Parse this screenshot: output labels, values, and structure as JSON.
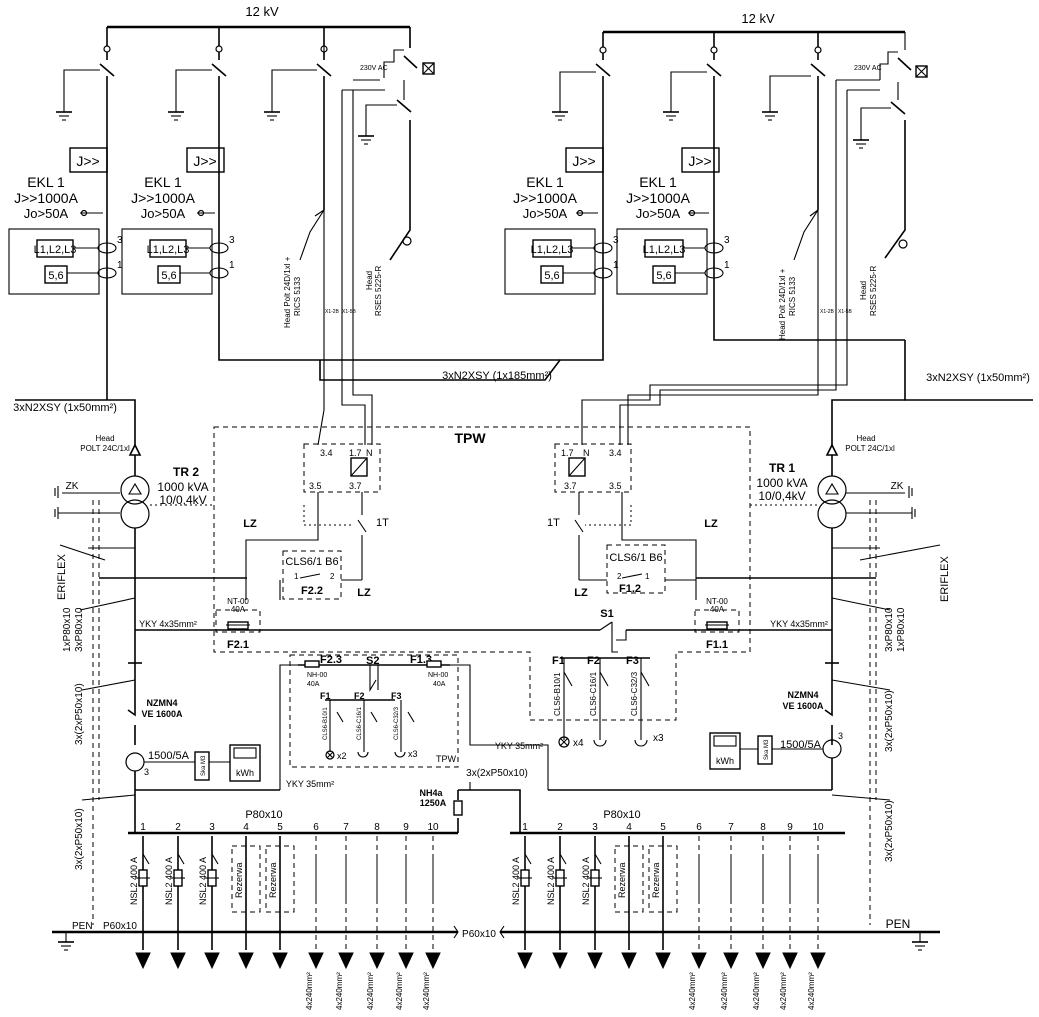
{
  "diagram": {
    "voltage_left": "12 kV",
    "voltage_right": "12 kV",
    "relay_left": {
      "symbol": "J>>",
      "name": "EKL 1",
      "setting1": "J>>1000A",
      "setting2": "Jo>50A",
      "box1": "L1,L2,L3",
      "box2": "5,6",
      "ct_a": "3",
      "ct_b": "1"
    },
    "relay_right": {
      "symbol": "J>>",
      "name": "EKL 1",
      "setting1": "J>>1000A",
      "setting2": "Jo>50A",
      "box1": "L1,L2,L3",
      "box2": "5,6",
      "ct_a": "3",
      "ct_b": "1"
    },
    "ac_label": "230V AC",
    "head_polt_label": "Head Polt 24D/1xl +",
    "rics_label": "RICS 5133",
    "head_rses_label": "Head",
    "rses_label": "RSES 5225-R",
    "x1_2b": "X1-2B",
    "x1_5b": "X1-5B",
    "cable_hv_main": "3xN2XSY (1x185mm²)",
    "cable_hv_left": "3xN2XSY (1x50mm²)",
    "cable_hv_right": "3xN2XSY (1x50mm²)",
    "head_polt_small": "Head",
    "head_polt_small2": "POLT 24C/1xl",
    "tr_left": {
      "name": "TR 2",
      "power": "1000 kVA",
      "ratio": "10/0,4kV"
    },
    "tr_right": {
      "name": "TR 1",
      "power": "1000 kVA",
      "ratio": "10/0,4kV"
    },
    "zk": "ZK",
    "eriflex": "ERIFLEX",
    "tpw": "TPW",
    "tpw_small": "TPW",
    "relay_contacts": {
      "c1": "1.7",
      "c2": "N",
      "c3": "3.4",
      "c4": "3.5",
      "c5": "3.7"
    },
    "lz": "LZ",
    "t_left": "1T",
    "t_right": "1T",
    "cls_left": {
      "label": "CLS6/1 B6",
      "name": "F2.2",
      "n1": "1",
      "n2": "2"
    },
    "cls_right": {
      "label": "CLS6/1 B6",
      "name": "F1.2",
      "n1": "1",
      "n2": "2"
    },
    "nt_left": {
      "type": "NT-00",
      "rating": "40A",
      "name": "F2.1"
    },
    "nt_right": {
      "type": "NT-00",
      "rating": "40A",
      "name": "F1.1"
    },
    "yky_left": "YKY 4x35mm²",
    "yky_right": "YKY 4x35mm²",
    "yky_35_a": "YKY 35mm²",
    "yky_35_b": "YKY 35mm²",
    "s1": "S1",
    "s2": "S2",
    "f_labels": {
      "f1": "F1",
      "f2": "F2",
      "f3": "F3",
      "f23": "F2.3",
      "f13": "F1.3"
    },
    "nh_left": {
      "type": "NH-00",
      "rating": "40A"
    },
    "nh_right": {
      "type": "NH-00",
      "rating": "40A"
    },
    "cls_small": {
      "a": "CLS6-B10/1",
      "b": "CLS6-C16/1",
      "c": "CLS6-C32/3"
    },
    "x2": "x2",
    "x3": "x3",
    "x4": "x4",
    "bus_left": {
      "a": "1xP80x10",
      "b": "3xP80x10",
      "c": "3x(2xP50x10)",
      "d": "3x(2xP50x10)"
    },
    "bus_right": {
      "a": "3xP80x10",
      "b": "1xP80x10",
      "c": "3x(2xP50x10)",
      "d": "3x(2xP50x10)"
    },
    "nzmn_left": {
      "name": "NZMN4",
      "rating": "VE 1600A"
    },
    "nzmn_right": {
      "name": "NZMN4",
      "rating": "VE 1600A"
    },
    "ct_left": "1500/5A",
    "ct_right": "1500/5A",
    "ct_num": "3",
    "kwh": "kWh",
    "ska": "Ska M3",
    "coupler": {
      "link": "3x(2xP50x10)",
      "name": "NH4a",
      "rating": "1250A"
    },
    "busbar": "P80x10",
    "pen_bar": "P60x10",
    "pen": "PEN",
    "outgoing_numbers": [
      "1",
      "2",
      "3",
      "4",
      "5",
      "6",
      "7",
      "8",
      "9",
      "10"
    ],
    "nsl": "NSL2 400 A",
    "rezerwa": "Rezerwa",
    "cable_out": "4x240mm²"
  }
}
